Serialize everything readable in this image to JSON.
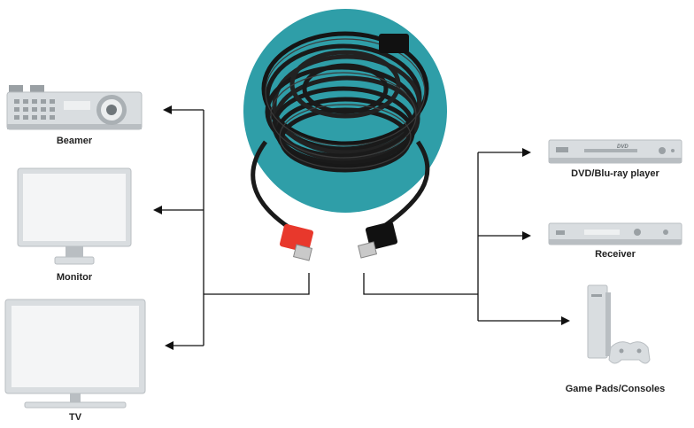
{
  "colors": {
    "circle": "#2f9ea8",
    "cable": "#1a1a1a",
    "connector_red": "#e8382c",
    "connector_black": "#111111",
    "device_body": "#d9dde0",
    "device_dark": "#9aa0a4",
    "screen": "#f4f5f6",
    "arrow": "#111111"
  },
  "sources": [
    {
      "label": "Beamer",
      "icon": "projector-icon"
    },
    {
      "label": "Monitor",
      "icon": "monitor-icon"
    },
    {
      "label": "TV",
      "icon": "tv-icon"
    }
  ],
  "sinks": [
    {
      "label": "DVD/Blu-ray player",
      "icon": "dvd-player-icon",
      "badge": "DVD"
    },
    {
      "label": "Receiver",
      "icon": "receiver-icon"
    },
    {
      "label": "Game Pads/Consoles",
      "icon": "game-console-icon"
    }
  ],
  "center": {
    "icon": "hdmi-cable-icon"
  }
}
